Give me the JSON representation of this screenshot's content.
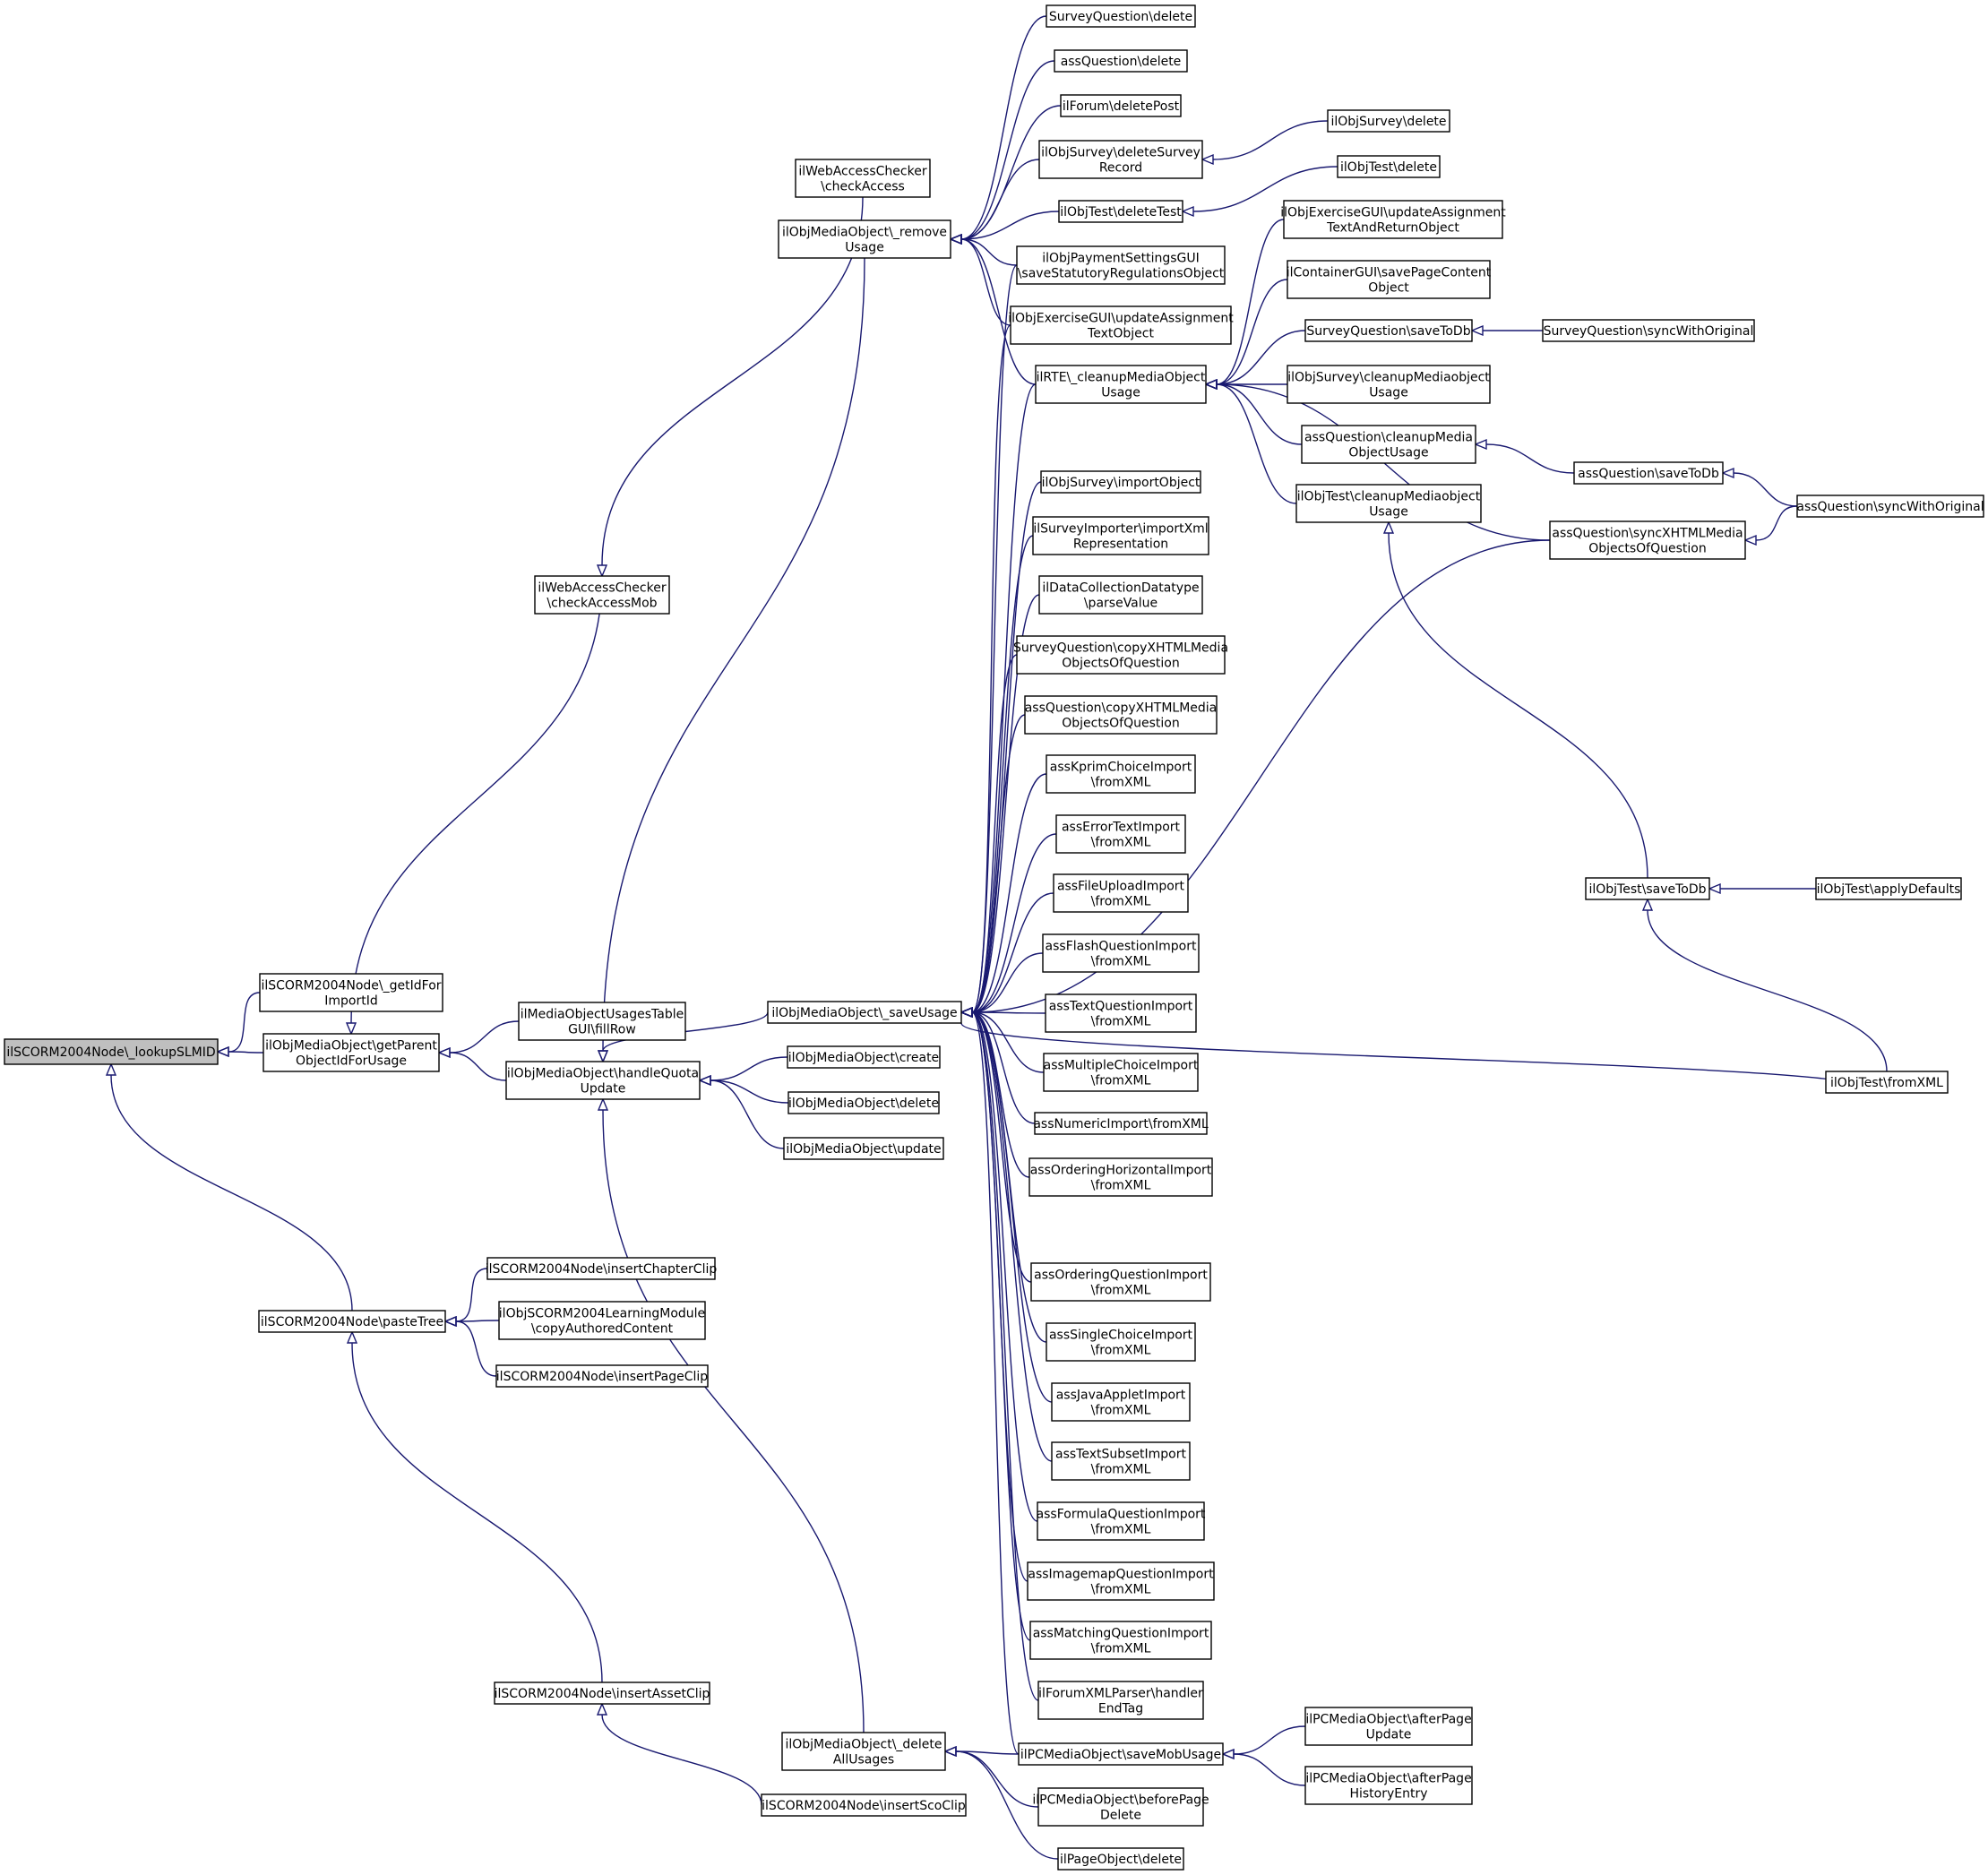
{
  "diagram": {
    "type": "call-graph",
    "root": "n0",
    "colors": {
      "edge": "#191970",
      "node_fill": "#ffffff",
      "root_fill": "#bfbfbf",
      "border": "#000000"
    },
    "nodes": [
      {
        "id": "n0",
        "lines": [
          "ilSCORM2004Node\\_lookupSLMID"
        ]
      },
      {
        "id": "n1",
        "lines": [
          "ilSCORM2004Node\\_getIdFor",
          "ImportId"
        ]
      },
      {
        "id": "n2",
        "lines": [
          "ilObjMediaObject\\getParent",
          "ObjectIdForUsage"
        ]
      },
      {
        "id": "n3",
        "lines": [
          "ilSCORM2004Node\\pasteTree"
        ]
      },
      {
        "id": "n4",
        "lines": [
          "ilWebAccessChecker",
          "\\checkAccessMob"
        ]
      },
      {
        "id": "n5",
        "lines": [
          "ilWebAccessChecker",
          "\\checkAccess"
        ]
      },
      {
        "id": "n6",
        "lines": [
          "ilMediaObjectUsagesTable",
          "GUI\\fillRow"
        ]
      },
      {
        "id": "n7",
        "lines": [
          "ilObjMediaObject\\handleQuota",
          "Update"
        ]
      },
      {
        "id": "n8",
        "lines": [
          "ilObjMediaObject\\_remove",
          "Usage"
        ]
      },
      {
        "id": "n9",
        "lines": [
          "ilObjMediaObject\\_saveUsage"
        ]
      },
      {
        "id": "n10",
        "lines": [
          "ilObjMediaObject\\create"
        ]
      },
      {
        "id": "n11",
        "lines": [
          "ilObjMediaObject\\delete"
        ]
      },
      {
        "id": "n12",
        "lines": [
          "ilObjMediaObject\\update"
        ]
      },
      {
        "id": "n13",
        "lines": [
          "ilObjMediaObject\\_delete",
          "AllUsages"
        ]
      },
      {
        "id": "n14",
        "lines": [
          "ilSCORM2004Node\\insertChapterClip"
        ]
      },
      {
        "id": "n15",
        "lines": [
          "ilObjSCORM2004LearningModule",
          "\\copyAuthoredContent"
        ]
      },
      {
        "id": "n16",
        "lines": [
          "ilSCORM2004Node\\insertPageClip"
        ]
      },
      {
        "id": "n17",
        "lines": [
          "ilSCORM2004Node\\insertAssetClip"
        ]
      },
      {
        "id": "n18",
        "lines": [
          "ilSCORM2004Node\\insertScoClip"
        ]
      },
      {
        "id": "n19",
        "lines": [
          "SurveyQuestion\\delete"
        ]
      },
      {
        "id": "n20",
        "lines": [
          "assQuestion\\delete"
        ]
      },
      {
        "id": "n21",
        "lines": [
          "ilForum\\deletePost"
        ]
      },
      {
        "id": "n22",
        "lines": [
          "ilObjSurvey\\deleteSurvey",
          "Record"
        ]
      },
      {
        "id": "n23",
        "lines": [
          "ilObjTest\\deleteTest"
        ]
      },
      {
        "id": "n24",
        "lines": [
          "ilObjPaymentSettingsGUI",
          "\\saveStatutoryRegulationsObject"
        ]
      },
      {
        "id": "n25",
        "lines": [
          "ilObjExerciseGUI\\updateAssignment",
          "TextObject"
        ]
      },
      {
        "id": "n26",
        "lines": [
          "ilRTE\\_cleanupMediaObject",
          "Usage"
        ]
      },
      {
        "id": "n27",
        "lines": [
          "ilObjSurvey\\importObject"
        ]
      },
      {
        "id": "n28",
        "lines": [
          "ilSurveyImporter\\importXml",
          "Representation"
        ]
      },
      {
        "id": "n29",
        "lines": [
          "ilDataCollectionDatatype",
          "\\parseValue"
        ]
      },
      {
        "id": "n30",
        "lines": [
          "SurveyQuestion\\copyXHTMLMedia",
          "ObjectsOfQuestion"
        ]
      },
      {
        "id": "n31",
        "lines": [
          "assQuestion\\copyXHTMLMedia",
          "ObjectsOfQuestion"
        ]
      },
      {
        "id": "n32",
        "lines": [
          "assKprimChoiceImport",
          "\\fromXML"
        ]
      },
      {
        "id": "n33",
        "lines": [
          "assErrorTextImport",
          "\\fromXML"
        ]
      },
      {
        "id": "n34",
        "lines": [
          "assFileUploadImport",
          "\\fromXML"
        ]
      },
      {
        "id": "n35",
        "lines": [
          "assFlashQuestionImport",
          "\\fromXML"
        ]
      },
      {
        "id": "n36",
        "lines": [
          "assTextQuestionImport",
          "\\fromXML"
        ]
      },
      {
        "id": "n37",
        "lines": [
          "assMultipleChoiceImport",
          "\\fromXML"
        ]
      },
      {
        "id": "n38",
        "lines": [
          "assNumericImport\\fromXML"
        ]
      },
      {
        "id": "n39",
        "lines": [
          "assOrderingHorizontalImport",
          "\\fromXML"
        ]
      },
      {
        "id": "n40",
        "lines": [
          "assOrderingQuestionImport",
          "\\fromXML"
        ]
      },
      {
        "id": "n41",
        "lines": [
          "assSingleChoiceImport",
          "\\fromXML"
        ]
      },
      {
        "id": "n42",
        "lines": [
          "assJavaAppletImport",
          "\\fromXML"
        ]
      },
      {
        "id": "n43",
        "lines": [
          "assTextSubsetImport",
          "\\fromXML"
        ]
      },
      {
        "id": "n44",
        "lines": [
          "assFormulaQuestionImport",
          "\\fromXML"
        ]
      },
      {
        "id": "n45",
        "lines": [
          "assImagemapQuestionImport",
          "\\fromXML"
        ]
      },
      {
        "id": "n46",
        "lines": [
          "assMatchingQuestionImport",
          "\\fromXML"
        ]
      },
      {
        "id": "n47",
        "lines": [
          "ilForumXMLParser\\handler",
          "EndTag"
        ]
      },
      {
        "id": "n48",
        "lines": [
          "ilPCMediaObject\\saveMobUsage"
        ]
      },
      {
        "id": "n49",
        "lines": [
          "ilPCMediaObject\\beforePage",
          "Delete"
        ]
      },
      {
        "id": "n50",
        "lines": [
          "ilPageObject\\delete"
        ]
      },
      {
        "id": "n51",
        "lines": [
          "ilObjSurvey\\delete"
        ]
      },
      {
        "id": "n52",
        "lines": [
          "ilObjTest\\delete"
        ]
      },
      {
        "id": "n53",
        "lines": [
          "ilObjExerciseGUI\\updateAssignment",
          "TextAndReturnObject"
        ]
      },
      {
        "id": "n54",
        "lines": [
          "ilContainerGUI\\savePageContent",
          "Object"
        ]
      },
      {
        "id": "n55",
        "lines": [
          "SurveyQuestion\\saveToDb"
        ]
      },
      {
        "id": "n56",
        "lines": [
          "ilObjSurvey\\cleanupMediaobject",
          "Usage"
        ]
      },
      {
        "id": "n57",
        "lines": [
          "assQuestion\\cleanupMedia",
          "ObjectUsage"
        ]
      },
      {
        "id": "n58",
        "lines": [
          "ilObjTest\\cleanupMediaobject",
          "Usage"
        ]
      },
      {
        "id": "n59",
        "lines": [
          "assQuestion\\syncXHTMLMedia",
          "ObjectsOfQuestion"
        ]
      },
      {
        "id": "n60",
        "lines": [
          "ilPCMediaObject\\afterPage",
          "Update"
        ]
      },
      {
        "id": "n61",
        "lines": [
          "ilPCMediaObject\\afterPage",
          "HistoryEntry"
        ]
      },
      {
        "id": "n62",
        "lines": [
          "SurveyQuestion\\syncWithOriginal"
        ]
      },
      {
        "id": "n63",
        "lines": [
          "assQuestion\\saveToDb"
        ]
      },
      {
        "id": "n64",
        "lines": [
          "assQuestion\\syncWithOriginal"
        ]
      },
      {
        "id": "n65",
        "lines": [
          "ilObjTest\\saveToDb"
        ]
      },
      {
        "id": "n66",
        "lines": [
          "ilObjTest\\applyDefaults"
        ]
      },
      {
        "id": "n67",
        "lines": [
          "ilObjTest\\fromXML"
        ]
      }
    ],
    "edges": [
      [
        "n1",
        "n0"
      ],
      [
        "n2",
        "n0"
      ],
      [
        "n3",
        "n0"
      ],
      [
        "n4",
        "n2"
      ],
      [
        "n6",
        "n2"
      ],
      [
        "n7",
        "n2"
      ],
      [
        "n5",
        "n4"
      ],
      [
        "n8",
        "n7"
      ],
      [
        "n9",
        "n7"
      ],
      [
        "n10",
        "n7"
      ],
      [
        "n11",
        "n7"
      ],
      [
        "n12",
        "n7"
      ],
      [
        "n13",
        "n7"
      ],
      [
        "n14",
        "n3"
      ],
      [
        "n15",
        "n3"
      ],
      [
        "n16",
        "n3"
      ],
      [
        "n17",
        "n3"
      ],
      [
        "n18",
        "n17"
      ],
      [
        "n19",
        "n8"
      ],
      [
        "n20",
        "n8"
      ],
      [
        "n21",
        "n8"
      ],
      [
        "n22",
        "n8"
      ],
      [
        "n23",
        "n8"
      ],
      [
        "n24",
        "n8"
      ],
      [
        "n25",
        "n8"
      ],
      [
        "n26",
        "n8"
      ],
      [
        "n51",
        "n22"
      ],
      [
        "n52",
        "n23"
      ],
      [
        "n53",
        "n26"
      ],
      [
        "n54",
        "n26"
      ],
      [
        "n55",
        "n26"
      ],
      [
        "n56",
        "n26"
      ],
      [
        "n57",
        "n26"
      ],
      [
        "n58",
        "n26"
      ],
      [
        "n59",
        "n26"
      ],
      [
        "n62",
        "n55"
      ],
      [
        "n63",
        "n57"
      ],
      [
        "n64",
        "n63"
      ],
      [
        "n64",
        "n59"
      ],
      [
        "n65",
        "n58"
      ],
      [
        "n66",
        "n65"
      ],
      [
        "n67",
        "n65"
      ],
      [
        "n24",
        "n9"
      ],
      [
        "n25",
        "n9"
      ],
      [
        "n26",
        "n9"
      ],
      [
        "n27",
        "n9"
      ],
      [
        "n28",
        "n9"
      ],
      [
        "n29",
        "n9"
      ],
      [
        "n30",
        "n9"
      ],
      [
        "n31",
        "n9"
      ],
      [
        "n32",
        "n9"
      ],
      [
        "n33",
        "n9"
      ],
      [
        "n34",
        "n9"
      ],
      [
        "n35",
        "n9"
      ],
      [
        "n36",
        "n9"
      ],
      [
        "n37",
        "n9"
      ],
      [
        "n38",
        "n9"
      ],
      [
        "n39",
        "n9"
      ],
      [
        "n40",
        "n9"
      ],
      [
        "n41",
        "n9"
      ],
      [
        "n42",
        "n9"
      ],
      [
        "n43",
        "n9"
      ],
      [
        "n44",
        "n9"
      ],
      [
        "n45",
        "n9"
      ],
      [
        "n46",
        "n9"
      ],
      [
        "n47",
        "n9"
      ],
      [
        "n48",
        "n9"
      ],
      [
        "n59",
        "n9"
      ],
      [
        "n67",
        "n9"
      ],
      [
        "n48",
        "n13"
      ],
      [
        "n49",
        "n13"
      ],
      [
        "n50",
        "n13"
      ],
      [
        "n60",
        "n48"
      ],
      [
        "n61",
        "n48"
      ]
    ]
  }
}
